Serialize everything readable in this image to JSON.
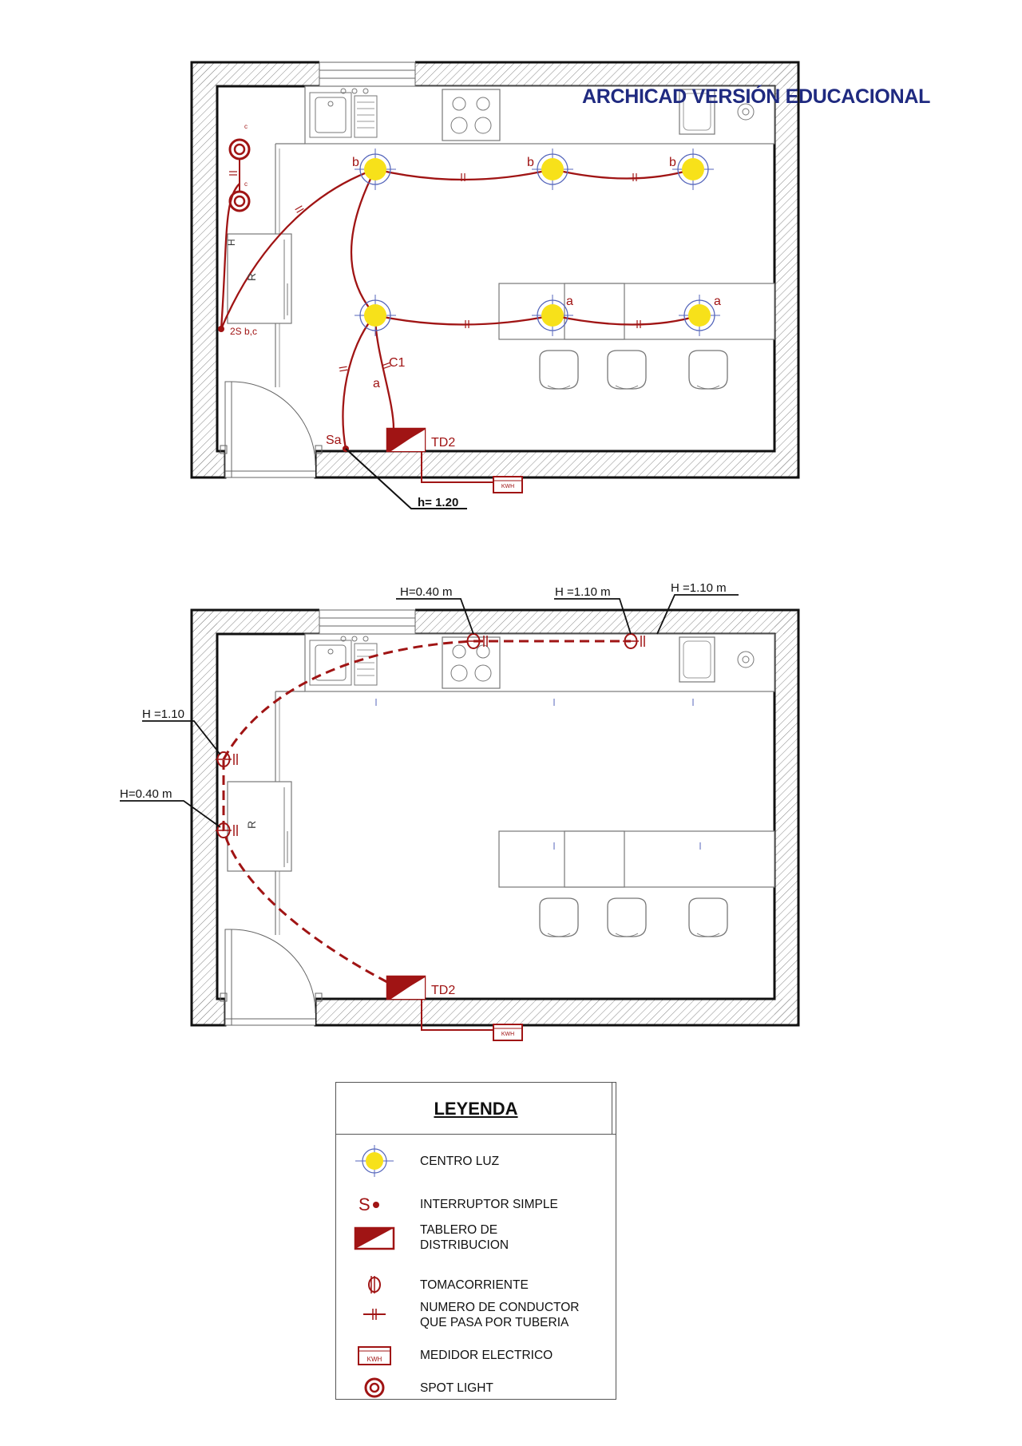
{
  "watermark": "ARCHICAD VERSIÓN EDUCACIONAL",
  "colors": {
    "circuit": "#a01414",
    "wall": "#111111",
    "fixture": "#777777",
    "light_fill": "#f7e11a",
    "light_ring": "#5566bb",
    "watermark": "#1f2a80"
  },
  "plan1": {
    "switch_label": "2S b,c",
    "spot_labels": [
      "c",
      "c"
    ],
    "fridge_label": "R",
    "wire_label_h": "H",
    "light_labels": [
      "b",
      "b",
      "b",
      "a",
      "a"
    ],
    "circuit_label": "C1",
    "circuit_letter": "a",
    "switch_single": "Sa",
    "panel_label": "TD2",
    "meter_label": "KWH",
    "height_note": "h= 1.20"
  },
  "plan2": {
    "outlet_top_1": "H=0.40 m",
    "outlet_top_2": "H =1.10 m",
    "outlet_top_3": "H =1.10 m",
    "outlet_left_1": "H =1.10",
    "outlet_left_2": "H=0.40 m",
    "fridge_label": "R",
    "panel_label": "TD2",
    "meter_label": "KWH"
  },
  "legend": {
    "title": "LEYENDA",
    "s_symbol": "S",
    "meter_symbol": "KWH",
    "items": [
      {
        "icon": "light-center-icon",
        "label": "CENTRO LUZ"
      },
      {
        "icon": "switch-icon",
        "label": "INTERRUPTOR SIMPLE"
      },
      {
        "icon": "panel-icon",
        "label": "TABLERO DE",
        "label2": "DISTRIBUCION"
      },
      {
        "icon": "outlet-icon",
        "label": "TOMACORRIENTE"
      },
      {
        "icon": "conductor-tick-icon",
        "label": "NUMERO DE CONDUCTOR",
        "label2": "QUE PASA POR TUBERIA"
      },
      {
        "icon": "meter-icon",
        "label": "MEDIDOR ELECTRICO"
      },
      {
        "icon": "spot-light-icon",
        "label": "SPOT LIGHT"
      }
    ]
  }
}
